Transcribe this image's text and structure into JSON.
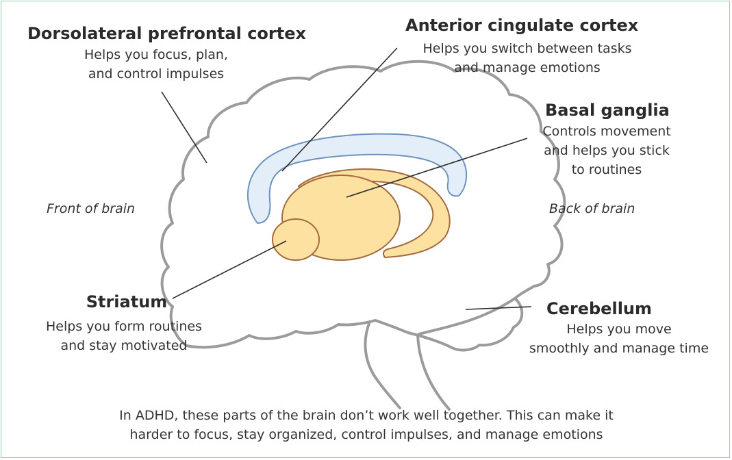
{
  "labels": {
    "dlpfc": {
      "title": "Dorsolateral prefrontal cortex",
      "desc_line1": "Helps you focus, plan,",
      "desc_line2": "and control impulses"
    },
    "acc": {
      "title": "Anterior cingulate cortex",
      "desc_line1": "Helps you switch between tasks",
      "desc_line2": "and manage emotions"
    },
    "basal": {
      "title": "Basal ganglia",
      "desc_line1": "Controls movement",
      "desc_line2": "and helps you stick",
      "desc_line3": "to routines"
    },
    "striatum": {
      "title": "Striatum",
      "desc_line1": "Helps you form routines",
      "desc_line2": "and stay motivated"
    },
    "cerebellum": {
      "title": "Cerebellum",
      "desc_line1": "Helps you move",
      "desc_line2": "smoothly and manage time"
    },
    "front": "Front of brain",
    "back": "Back of brain"
  },
  "caption": {
    "line1": "In ADHD, these parts of the brain don’t work well together. This can make it",
    "line2": "harder to focus, stay organized, control impulses, and manage emotions"
  },
  "colors": {
    "frame": "#8fd3b4",
    "outline": "#9b9b9b",
    "cingulate_fill": "#e3eef8",
    "cingulate_stroke": "#6d93bd",
    "ganglia_fill": "#fde1a1",
    "ganglia_stroke": "#a36a3e",
    "leader": "#2a2a2a"
  }
}
